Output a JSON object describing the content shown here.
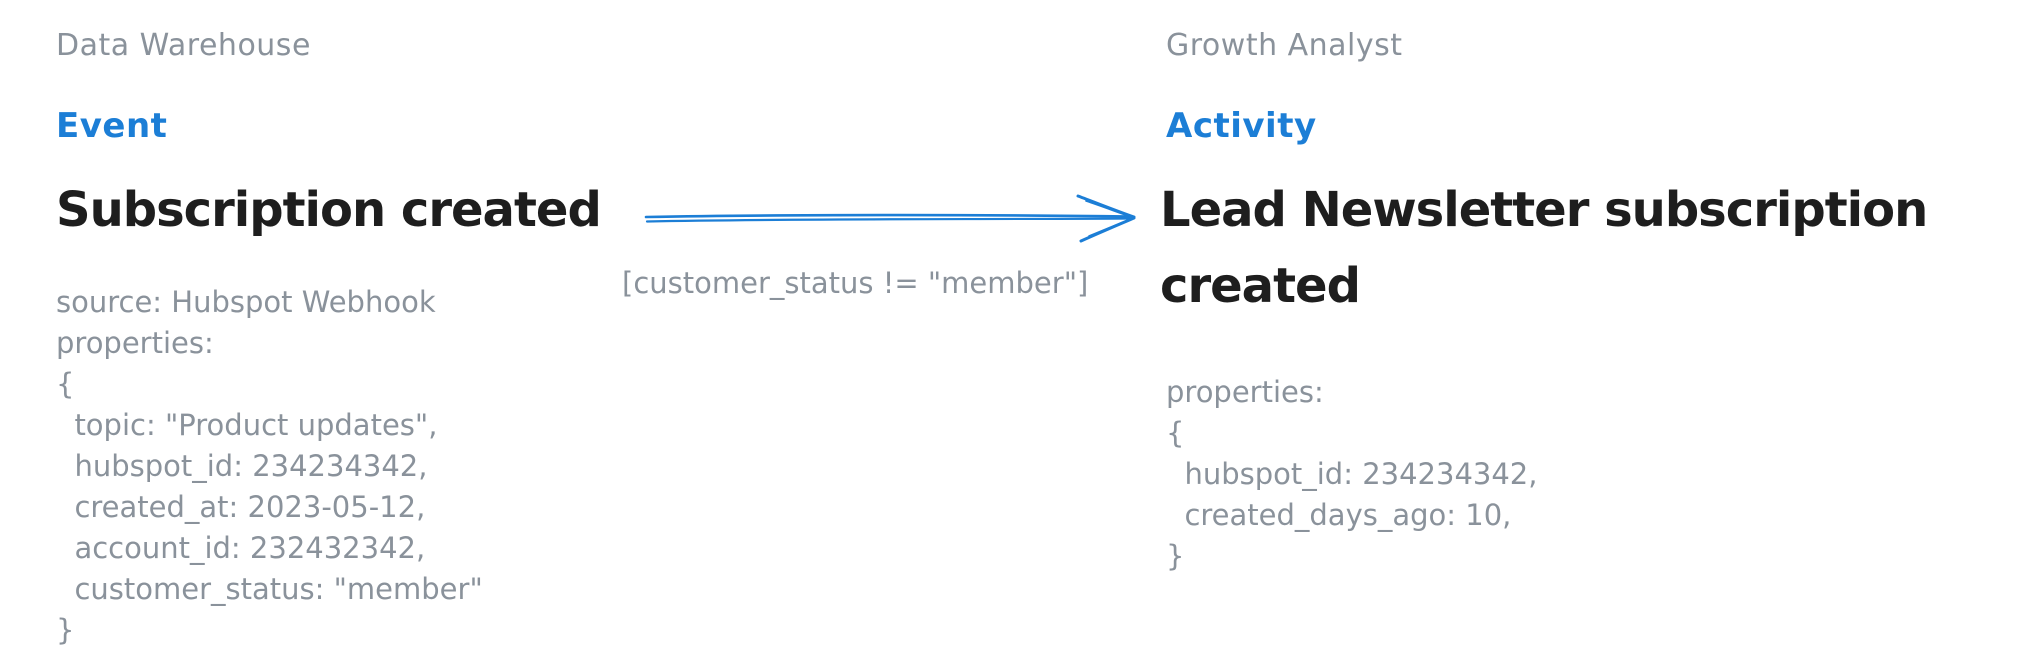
{
  "colors": {
    "background": "#ffffff",
    "gray": "#8a929b",
    "blue": "#1c7ed6",
    "black": "#1e1e1e"
  },
  "left": {
    "role_label": "Data Warehouse",
    "kind_label": "Event",
    "title": "Subscription created",
    "code_lines": [
      "source: Hubspot Webhook",
      "properties:",
      "{",
      "  topic: \"Product updates\",",
      "  hubspot_id: 234234342,",
      "  created_at: 2023-05-12,",
      "  account_id: 232432342,",
      "  customer_status: \"member\"",
      "}"
    ]
  },
  "mapping": {
    "condition": "[customer_status != \"member\"]",
    "arrow_direction": "left-to-right",
    "arrow_color": "#1c7ed6"
  },
  "right": {
    "role_label": "Growth Analyst",
    "kind_label": "Activity",
    "title": "Lead Newsletter subscription created",
    "code_lines": [
      "properties:",
      "{",
      "  hubspot_id: 234234342,",
      "  created_days_ago: 10,",
      "}"
    ]
  }
}
